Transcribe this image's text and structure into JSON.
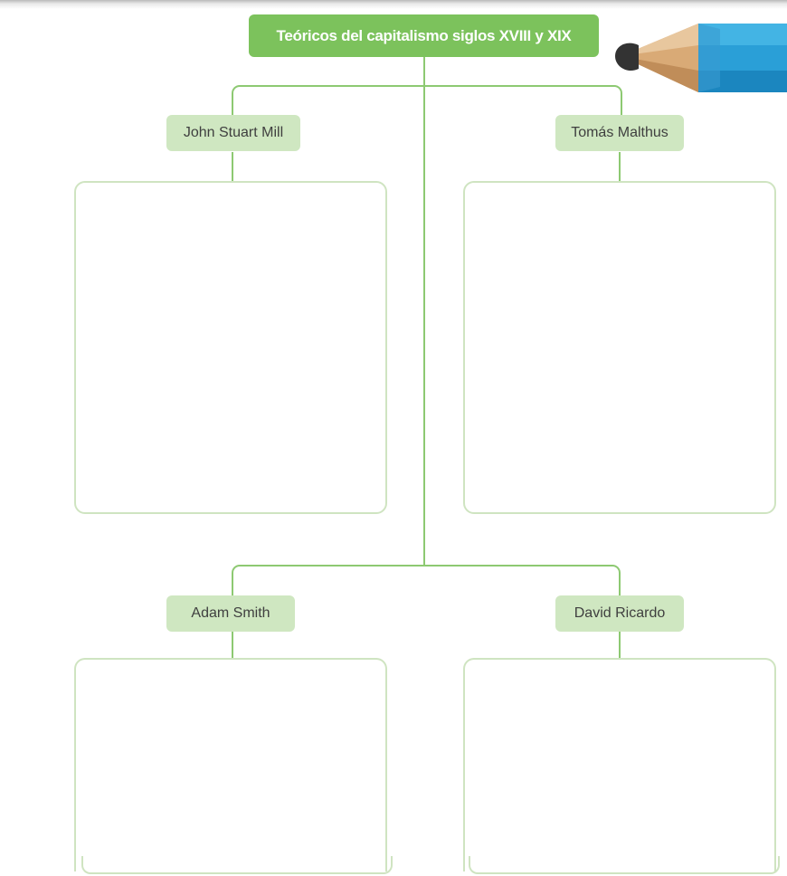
{
  "diagram": {
    "title": "Teóricos del capitalismo siglos XVIII y XIX",
    "nodes": {
      "top_left": "John Stuart Mill",
      "top_right": "Tomás Malthus",
      "bottom_left": "Adam Smith",
      "bottom_right": "David Ricardo"
    }
  },
  "colors": {
    "title_bg": "#7cc25c",
    "connector": "#8dc972",
    "label_bg": "#cfe7c1",
    "box_border": "#cfe4c1"
  },
  "decoration": {
    "pencil": "pencil-icon"
  }
}
